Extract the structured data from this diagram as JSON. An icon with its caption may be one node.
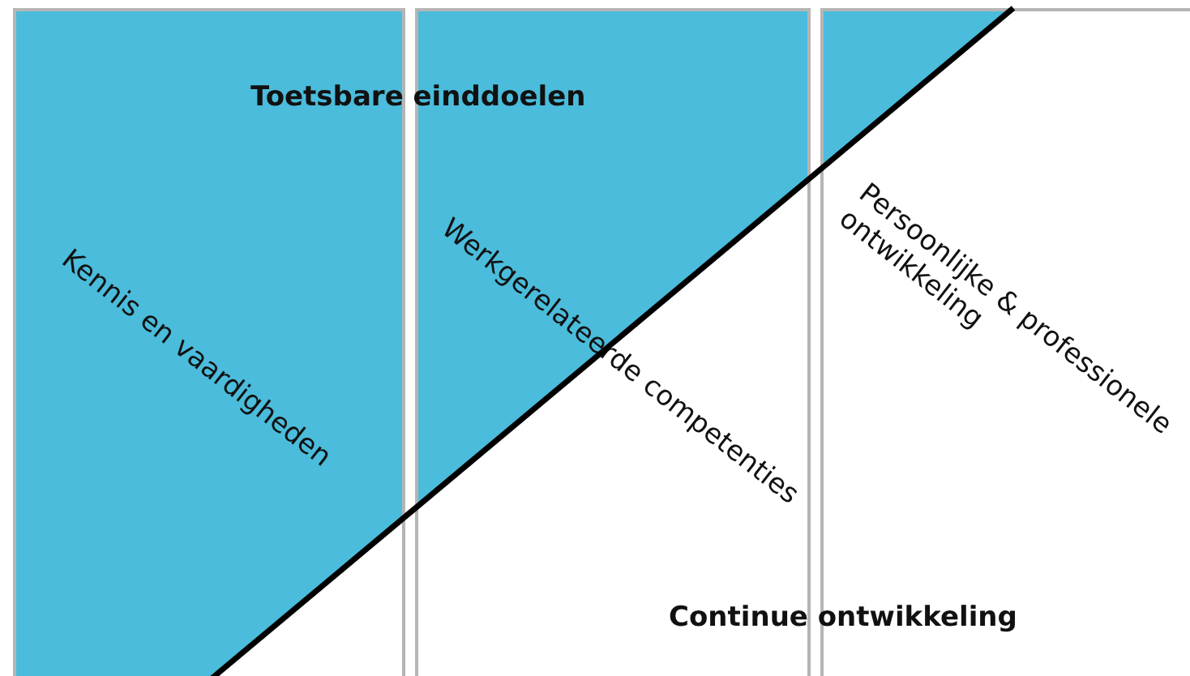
{
  "diagram": {
    "nodes": [
      {
        "text": [
          "Kennis en vaardigheden"
        ]
      },
      {
        "text": [
          "Werkgerelateerde competenties"
        ]
      },
      {
        "text": [
          "Persoonlijke & professionele ontwikkeling"
        ]
      }
    ],
    "labels": [
      "Toetsbare einddoelen",
      "Continue ontwikkeling"
    ]
  }
}
